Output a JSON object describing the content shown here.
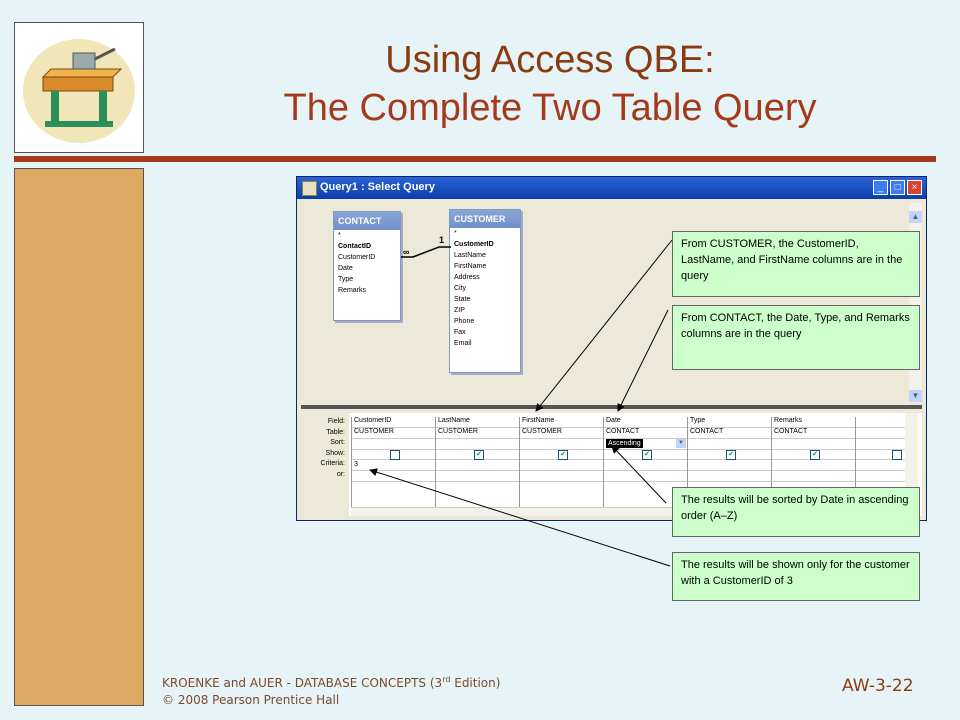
{
  "slide": {
    "title_line1": "Using Access QBE:",
    "title_line2": "The Complete Two Table Query",
    "footer_line1_pre": "KROENKE and AUER -  DATABASE CONCEPTS (3",
    "footer_line1_sup": "rd",
    "footer_line1_post": " Edition)",
    "footer_line2": "© 2008 Pearson Prentice Hall",
    "slide_number": "AW-3-22"
  },
  "window": {
    "title": "Query1 : Select Query",
    "buttons": {
      "minimize": "_",
      "maximize": "□",
      "close": "×"
    }
  },
  "tables": {
    "contact": {
      "name": "CONTACT",
      "fields": [
        "*",
        "ContactID",
        "CustomerID",
        "Date",
        "Type",
        "Remarks"
      ],
      "key_field": "ContactID"
    },
    "customer": {
      "name": "CUSTOMER",
      "fields": [
        "*",
        "CustomerID",
        "LastName",
        "FirstName",
        "Address",
        "City",
        "State",
        "ZIP",
        "Phone",
        "Fax",
        "Email"
      ],
      "key_field": "CustomerID"
    },
    "relationship": {
      "one_side": "1",
      "many_side": "∞"
    }
  },
  "grid": {
    "row_labels": [
      "Field:",
      "Table:",
      "Sort:",
      "Show:",
      "Criteria:",
      "or:"
    ],
    "columns": [
      {
        "field": "CustomerID",
        "table": "CUSTOMER",
        "sort": "",
        "show": false,
        "criteria": "3"
      },
      {
        "field": "LastName",
        "table": "CUSTOMER",
        "sort": "",
        "show": true,
        "criteria": ""
      },
      {
        "field": "FirstName",
        "table": "CUSTOMER",
        "sort": "",
        "show": true,
        "criteria": ""
      },
      {
        "field": "Date",
        "table": "CONTACT",
        "sort": "Ascending",
        "show": true,
        "criteria": ""
      },
      {
        "field": "Type",
        "table": "CONTACT",
        "sort": "",
        "show": true,
        "criteria": ""
      },
      {
        "field": "Remarks",
        "table": "CONTACT",
        "sort": "",
        "show": true,
        "criteria": ""
      },
      {
        "field": "",
        "table": "",
        "sort": "",
        "show": false,
        "criteria": ""
      }
    ]
  },
  "callouts": {
    "customer_cols": "From CUSTOMER,  the CustomerID, LastName, and FirstName  columns are in the query",
    "contact_cols": "From CONTACT,  the Date, Type, and Remarks  columns are in the query",
    "sort_note": "The results will be sorted by Date in ascending order (A–Z)",
    "criteria_note": "The results will be shown only for the customer with a CustomerID of 3"
  },
  "colors": {
    "title_primary": "#8b3b12",
    "title_secondary": "#a5391c",
    "accent_bar": "#deaa63",
    "callout_bg": "#ccffcc",
    "window_title": "#0a3ea8"
  }
}
